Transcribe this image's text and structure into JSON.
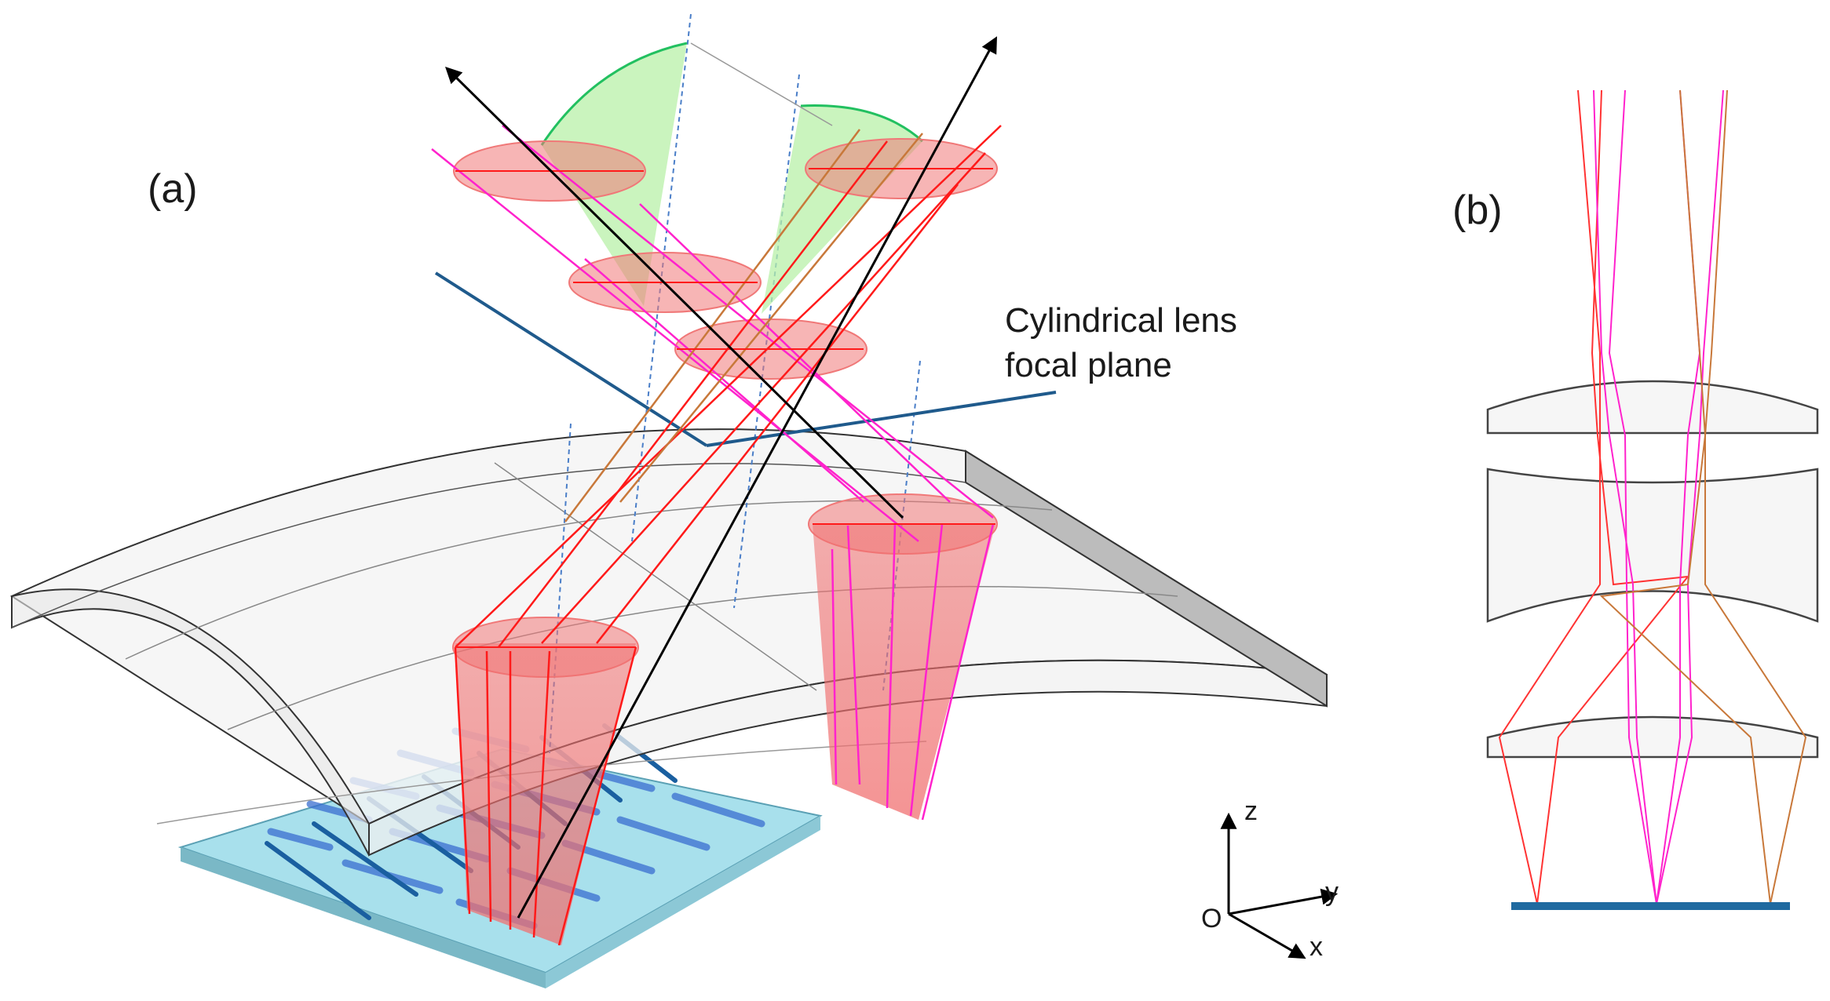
{
  "panel_a": {
    "label": "(a)",
    "annotation_line1": "Cylindrical lens",
    "annotation_line2": "focal plane",
    "axes": {
      "z": "z",
      "y": "y",
      "x": "x",
      "origin": "O"
    }
  },
  "panel_b": {
    "label": "(b)"
  },
  "colors": {
    "ray_red": "#ff1a1a",
    "ray_magenta": "#ff22cc",
    "ray_orange": "#c8783a",
    "spot_fill": "#f07878",
    "arc_fill": "#b8f0a8",
    "arc_edge": "#22c060",
    "focal_plane": "#1f5a8c",
    "substrate": "#a8e0ec",
    "dashed": "#4a7ec8"
  }
}
